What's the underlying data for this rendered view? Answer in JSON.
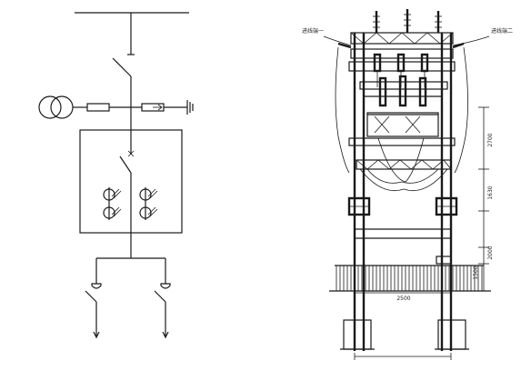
{
  "left_labels": {
    "incoming_left": "进线端一",
    "incoming_right": "进线端二"
  },
  "dimensions": {
    "d1": "2700",
    "d2": "1630",
    "d3": "2000",
    "d4": "1500",
    "d5": "2500"
  },
  "colors": {
    "line": "#1a1a1a",
    "background": "#ffffff"
  }
}
